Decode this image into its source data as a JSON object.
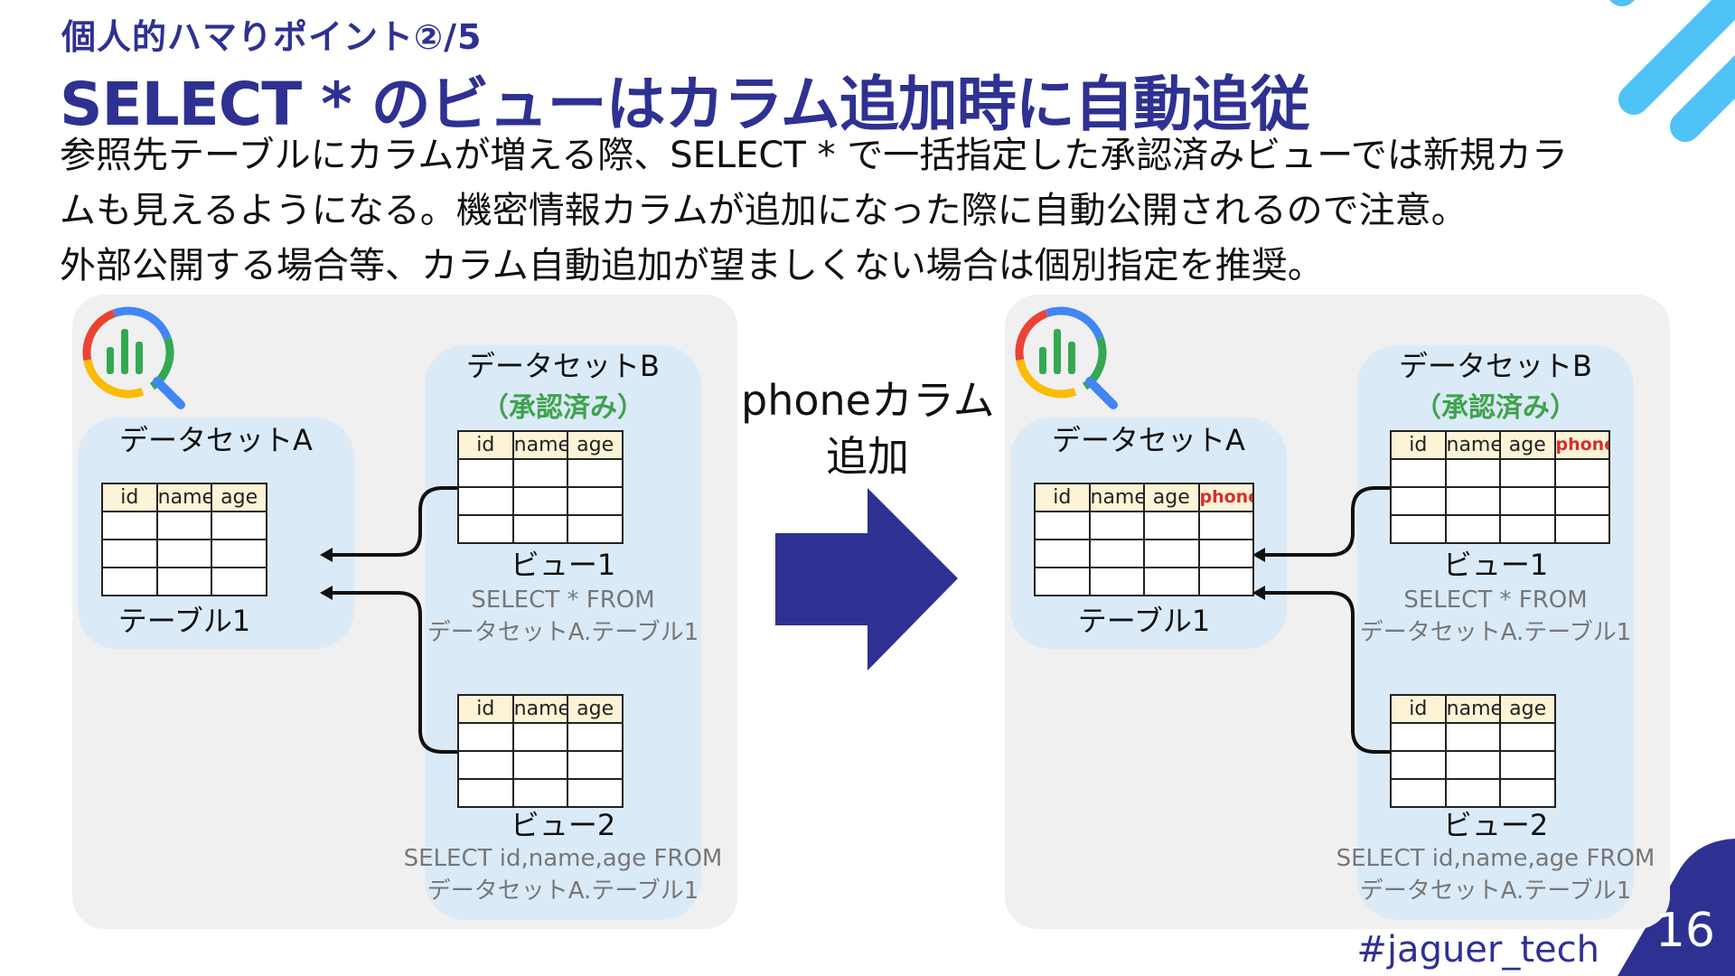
{
  "slide": {
    "subtitle": "個人的ハマりポイント②/5",
    "title": "SELECT * のビューはカラム追加時に自動追従",
    "description": [
      "参照先テーブルにカラムが増える際、SELECT * で一括指定した承認済みビューでは新規カラ",
      "ムも見えるようになる。機密情報カラムが追加になった際に自動公開されるので注意。",
      "外部公開する場合等、カラム自動追加が望ましくない場合は個別指定を推奨。"
    ],
    "hashtag": "#jaguer_tech",
    "page_number": "16",
    "accent_color": "#2e3192",
    "decor_color": "#4fc3f7"
  },
  "change_label": [
    "phoneカラム",
    "追加"
  ],
  "before": {
    "dataset_a_label": "データセットA",
    "dataset_b_label": "データセットB",
    "approved_label": "（承認済み）",
    "table1": {
      "columns": [
        "id",
        "name",
        "age"
      ],
      "caption": "テーブル1"
    },
    "view1": {
      "columns": [
        "id",
        "name",
        "age"
      ],
      "caption": "ビュー1",
      "sql": [
        "SELECT * FROM",
        "データセットA.テーブル1"
      ]
    },
    "view2": {
      "columns": [
        "id",
        "name",
        "age"
      ],
      "caption": "ビュー2",
      "sql": [
        "SELECT id,name,age FROM",
        "データセットA.テーブル1"
      ]
    }
  },
  "after": {
    "dataset_a_label": "データセットA",
    "dataset_b_label": "データセットB",
    "approved_label": "（承認済み）",
    "table1": {
      "columns": [
        "id",
        "name",
        "age",
        "phone"
      ],
      "caption": "テーブル1"
    },
    "view1": {
      "columns": [
        "id",
        "name",
        "age",
        "phone"
      ],
      "caption": "ビュー1",
      "sql": [
        "SELECT * FROM",
        "データセットA.テーブル1"
      ]
    },
    "view2": {
      "columns": [
        "id",
        "name",
        "age"
      ],
      "caption": "ビュー2",
      "sql": [
        "SELECT id,name,age FROM",
        "データセットA.テーブル1"
      ]
    }
  },
  "icons": {
    "logo": "bigquery-logo-icon",
    "arrow": "right-arrow-icon"
  }
}
